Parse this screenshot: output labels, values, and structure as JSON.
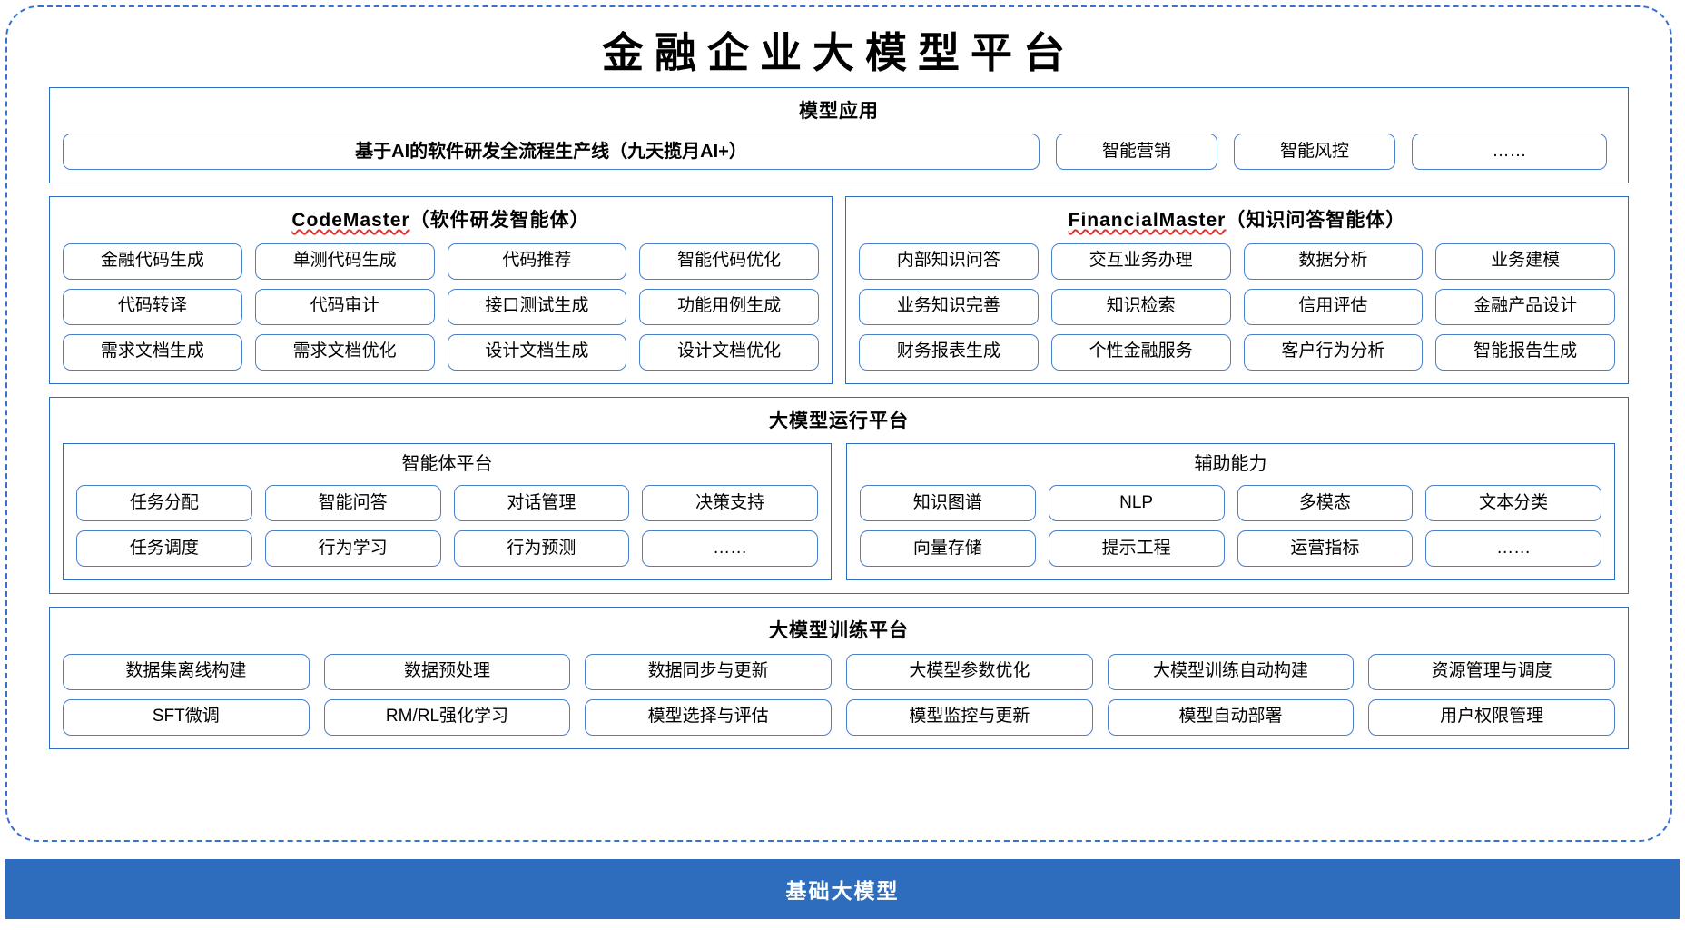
{
  "page": {
    "title": "金融企业大模型平台"
  },
  "colors": {
    "accent": "#2e6cbd",
    "pill_border": "#4a7fc9",
    "frame_dash": "#3b6fd1",
    "spellcheck": "#e03131",
    "base_bar_bg": "#2e6cbd",
    "base_bar_text": "#ffffff"
  },
  "model_application": {
    "title": "模型应用",
    "flagship": "基于AI的软件研发全流程生产线（九天揽月AI+）",
    "items": [
      "智能营销",
      "智能风控",
      "……"
    ]
  },
  "agents": [
    {
      "name": "CodeMaster",
      "subtitle": "（软件研发智能体）",
      "spellcheck_underline": true,
      "items": [
        "金融代码生成",
        "单测代码生成",
        "代码推荐",
        "智能代码优化",
        "代码转译",
        "代码审计",
        "接口测试生成",
        "功能用例生成",
        "需求文档生成",
        "需求文档优化",
        "设计文档生成",
        "设计文档优化"
      ]
    },
    {
      "name": "FinancialMaster",
      "subtitle": "（知识问答智能体）",
      "spellcheck_underline": true,
      "items": [
        "内部知识问答",
        "交互业务办理",
        "数据分析",
        "业务建模",
        "业务知识完善",
        "知识检索",
        "信用评估",
        "金融产品设计",
        "财务报表生成",
        "个性金融服务",
        "客户行为分析",
        "智能报告生成"
      ]
    }
  ],
  "run_platform": {
    "title": "大模型运行平台",
    "panels": [
      {
        "title": "智能体平台",
        "items": [
          "任务分配",
          "智能问答",
          "对话管理",
          "决策支持",
          "任务调度",
          "行为学习",
          "行为预测",
          "……"
        ]
      },
      {
        "title": "辅助能力",
        "items": [
          "知识图谱",
          "NLP",
          "多模态",
          "文本分类",
          "向量存储",
          "提示工程",
          "运营指标",
          "……"
        ]
      }
    ]
  },
  "train_platform": {
    "title": "大模型训练平台",
    "items": [
      "数据集离线构建",
      "数据预处理",
      "数据同步与更新",
      "大模型参数优化",
      "大模型训练自动构建",
      "资源管理与调度",
      "SFT微调",
      "RM/RL强化学习",
      "模型选择与评估",
      "模型监控与更新",
      "模型自动部署",
      "用户权限管理"
    ]
  },
  "base_model": {
    "label": "基础大模型"
  }
}
